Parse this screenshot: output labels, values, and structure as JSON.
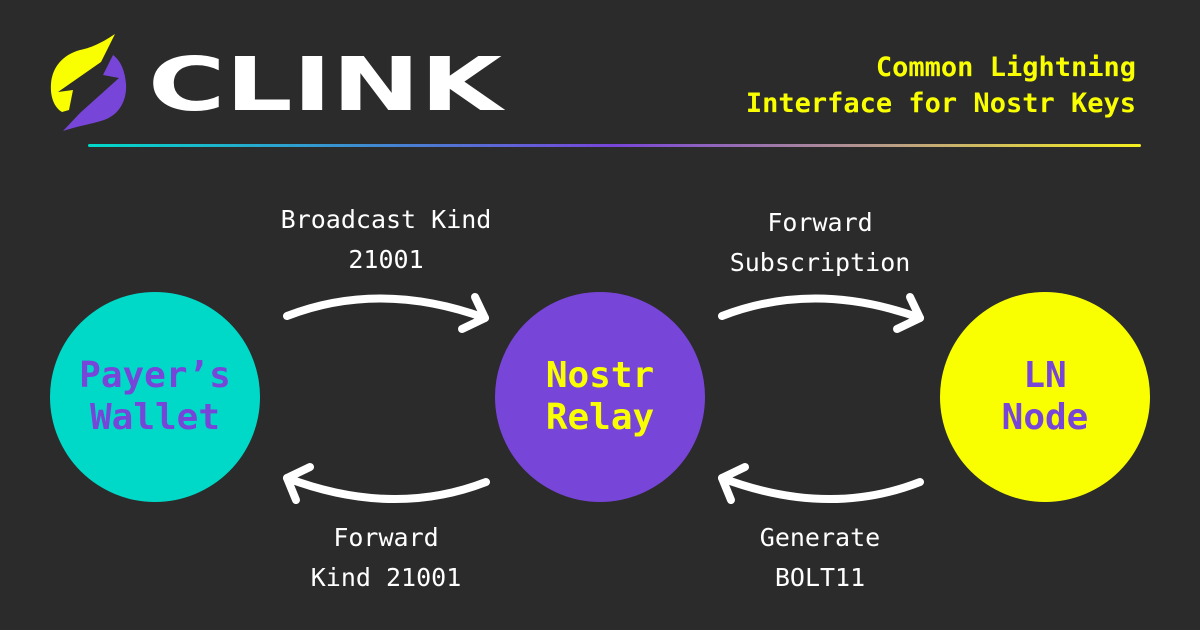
{
  "brand": {
    "wordmark": "CLINK",
    "logo_icon": "lightning-bolt-circle-icon",
    "colors": {
      "background": "#2b2b2b",
      "teal": "#00d9c8",
      "purple": "#7845d9",
      "yellow": "#f9ff00",
      "white": "#ffffff"
    }
  },
  "tagline": {
    "line1": "Common Lightning",
    "line2": "Interface for Nostr Keys"
  },
  "nodes": [
    {
      "id": "payer-wallet",
      "lines": [
        "Payer’s",
        "Wallet"
      ],
      "fill": "#00d9c8",
      "text_color": "#7845d9"
    },
    {
      "id": "nostr-relay",
      "lines": [
        "Nostr",
        "Relay"
      ],
      "fill": "#7845d9",
      "text_color": "#f9ff00"
    },
    {
      "id": "ln-node",
      "lines": [
        "LN",
        "Node"
      ],
      "fill": "#f9ff00",
      "text_color": "#7845d9"
    }
  ],
  "steps": [
    {
      "id": "broadcast",
      "lines": [
        "Broadcast Kind",
        "21001"
      ],
      "from": "payer-wallet",
      "to": "nostr-relay",
      "direction": "right"
    },
    {
      "id": "forward-subscription",
      "lines": [
        "Forward",
        "Subscription"
      ],
      "from": "nostr-relay",
      "to": "ln-node",
      "direction": "right"
    },
    {
      "id": "generate-bolt11",
      "lines": [
        "Generate",
        "BOLT11"
      ],
      "from": "ln-node",
      "to": "nostr-relay",
      "direction": "left"
    },
    {
      "id": "forward-kind",
      "lines": [
        "Forward",
        "Kind 21001"
      ],
      "from": "nostr-relay",
      "to": "payer-wallet",
      "direction": "left"
    }
  ]
}
